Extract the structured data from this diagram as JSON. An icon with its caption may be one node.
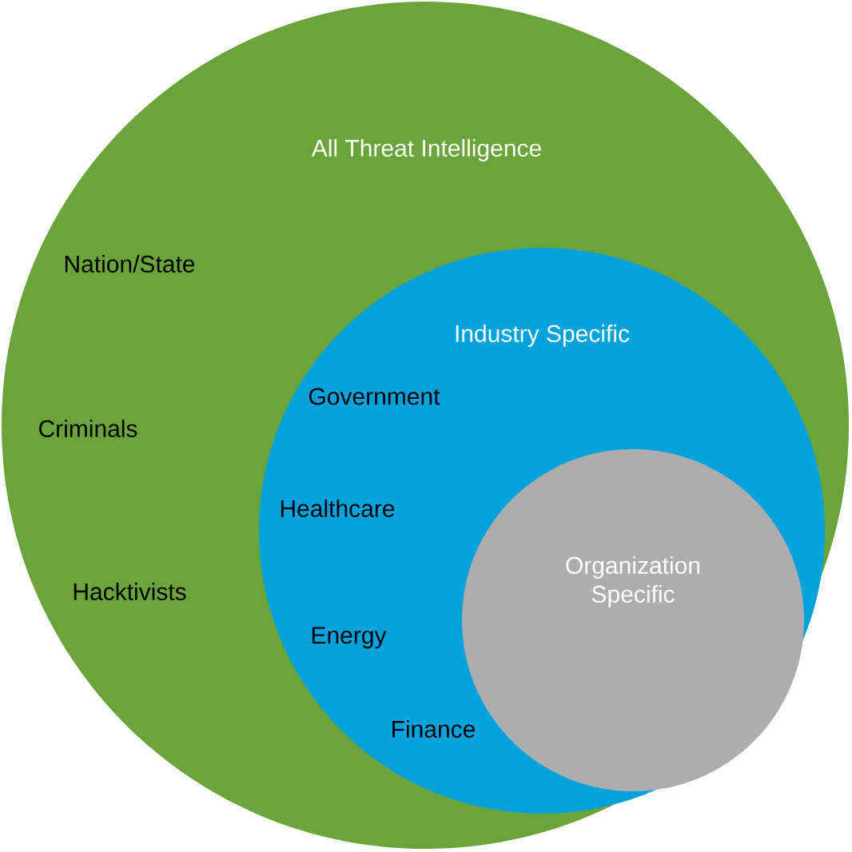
{
  "diagram": {
    "nodes": [
      {
        "text": [
          "All Threat Intelligence",
          "Nation/State",
          "Criminals",
          "Hacktivists"
        ]
      },
      {
        "text": [
          "Industry Specific",
          "Government",
          "Healthcare",
          "Energy",
          "Finance"
        ],
        "in": 0
      },
      {
        "text": [
          "Organization Specific"
        ],
        "in": 1
      }
    ],
    "edges": []
  }
}
